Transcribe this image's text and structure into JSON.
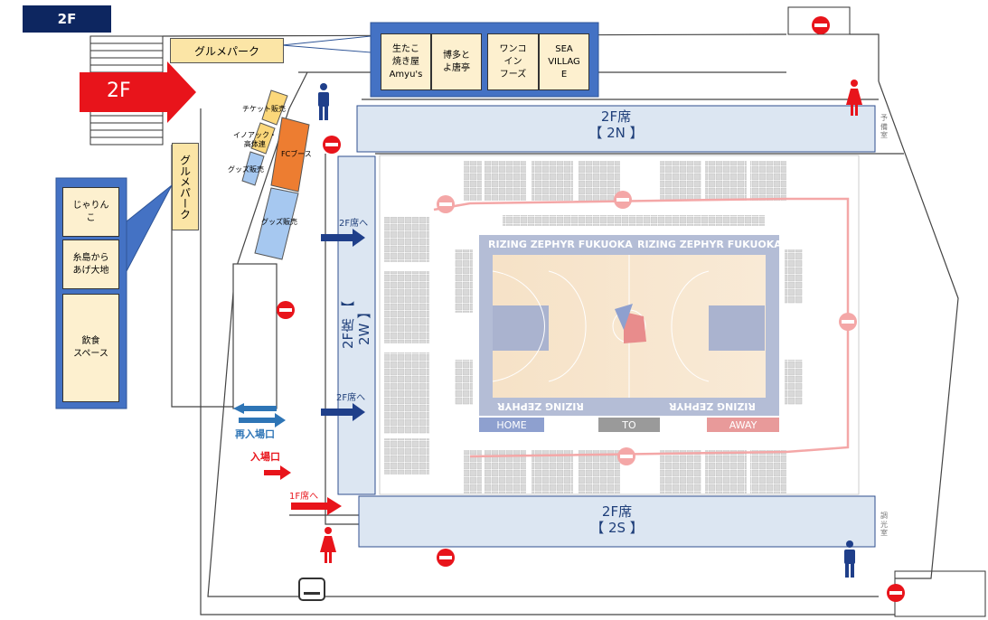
{
  "floor_badge": "2F",
  "floor_arrow": "2F",
  "gourmet_park_top": "グルメパーク",
  "gourmet_park_side": "グルメパーク",
  "top_stalls": [
    "生たこ\n焼き屋\nAmyu's",
    "博多と\nよ唐亭",
    "ワンコ\nイン\nフーズ",
    "SEA\nVILLAG\nE"
  ],
  "side_stalls": [
    "じゃりん\nこ",
    "糸島から\nあげ大地",
    "飲食\nスペース"
  ],
  "booths": {
    "ticket": "チケット販売",
    "inoac": "イノアック・\n高体連",
    "goods1": "グッズ販売",
    "fc": "FCブース",
    "goods2": "グッズ販売"
  },
  "seats": {
    "north": {
      "line1": "2F席",
      "line2": "【 2N 】"
    },
    "west": {
      "line1": "2F席",
      "line2": "【 2W 】"
    },
    "south": {
      "line1": "2F席",
      "line2": "【 2S 】"
    }
  },
  "arrows": {
    "to_2f_a": "2F席へ",
    "to_2f_b": "2F席へ",
    "to_1f": "1F席へ",
    "reentry": "再入場口",
    "entrance": "入場口"
  },
  "rooms": {
    "spare": "予\n備\n室",
    "lighting": "調\n光\n室"
  },
  "court": {
    "banner": "RIZING ZEPHYR FUKUOKA",
    "banner_bottom": "RIZING ZEPHYR",
    "home": "HOME",
    "to": "TO",
    "away": "AWAY"
  },
  "colors": {
    "navy": "#0d2660",
    "seat": "#dce6f2",
    "stall": "#fdf0cf",
    "red": "#e8141b",
    "pink": "#f4a7a7",
    "court_frame": "#b4bdd6"
  }
}
